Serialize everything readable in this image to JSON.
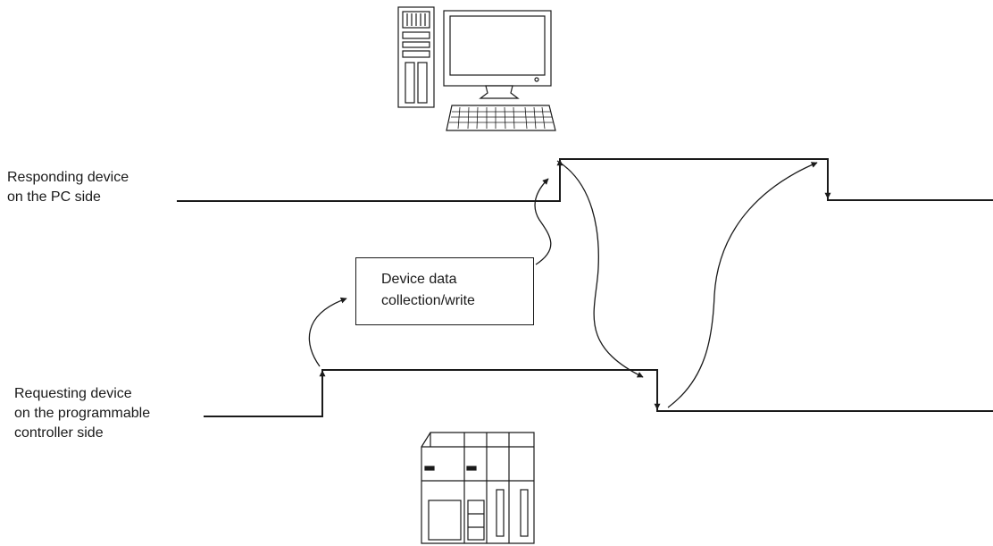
{
  "labels": {
    "responding_line1": "Responding device",
    "responding_line2": "on the PC side",
    "requesting_line1": "Requesting device",
    "requesting_line2": "on the programmable",
    "requesting_line3": "controller side",
    "box_line1": "Device data",
    "box_line2": "collection/write"
  },
  "icons": {
    "pc": "desktop-computer-icon",
    "plc": "programmable-controller-icon"
  },
  "colors": {
    "line": "#1a1a1a",
    "background": "#ffffff"
  }
}
